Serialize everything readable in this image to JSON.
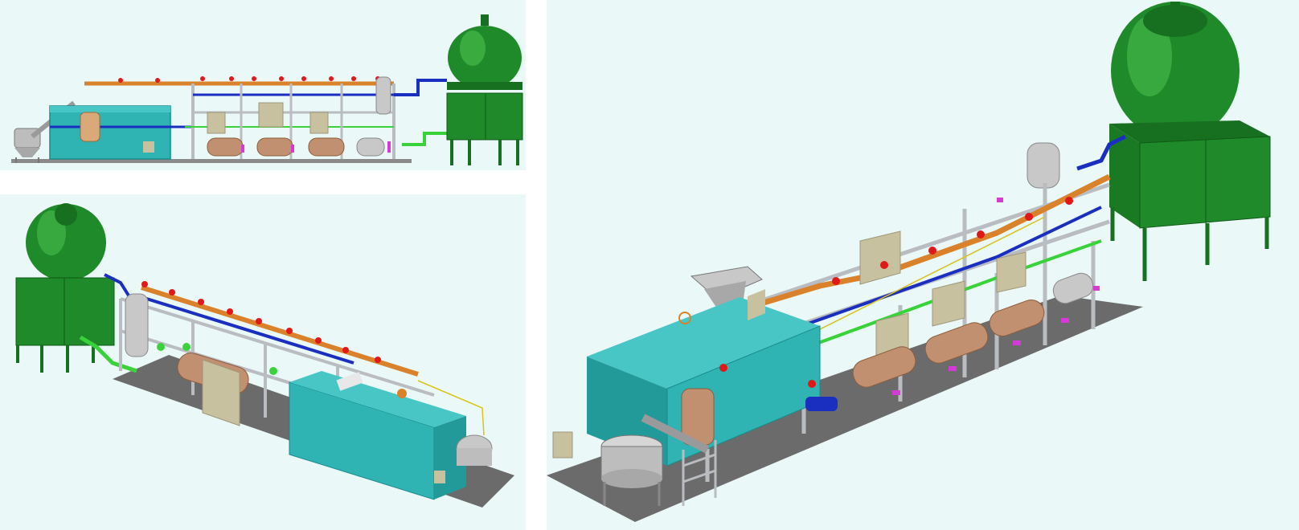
{
  "views": [
    {
      "id": "front-elevation",
      "icon": "plant-front-elevation-render"
    },
    {
      "id": "rear-isometric",
      "icon": "plant-rear-isometric-render"
    },
    {
      "id": "front-isometric",
      "icon": "plant-front-isometric-render"
    }
  ],
  "colors": {
    "background": "#eaf8f8",
    "cooling_tower_green": "#1f8a2a",
    "tank_teal": "#2fb3b3",
    "pipe_copper": "#d9822b",
    "pipe_blue": "#1a2fbf",
    "pipe_green": "#3ad23a",
    "pipe_magenta": "#d63ad6",
    "valve_red": "#e01818",
    "frame_grey": "#b9bcc0",
    "vessel_silver": "#c8c8c8",
    "panel_khaki": "#c8c1a0",
    "base_plate": "#6b6b6b"
  }
}
